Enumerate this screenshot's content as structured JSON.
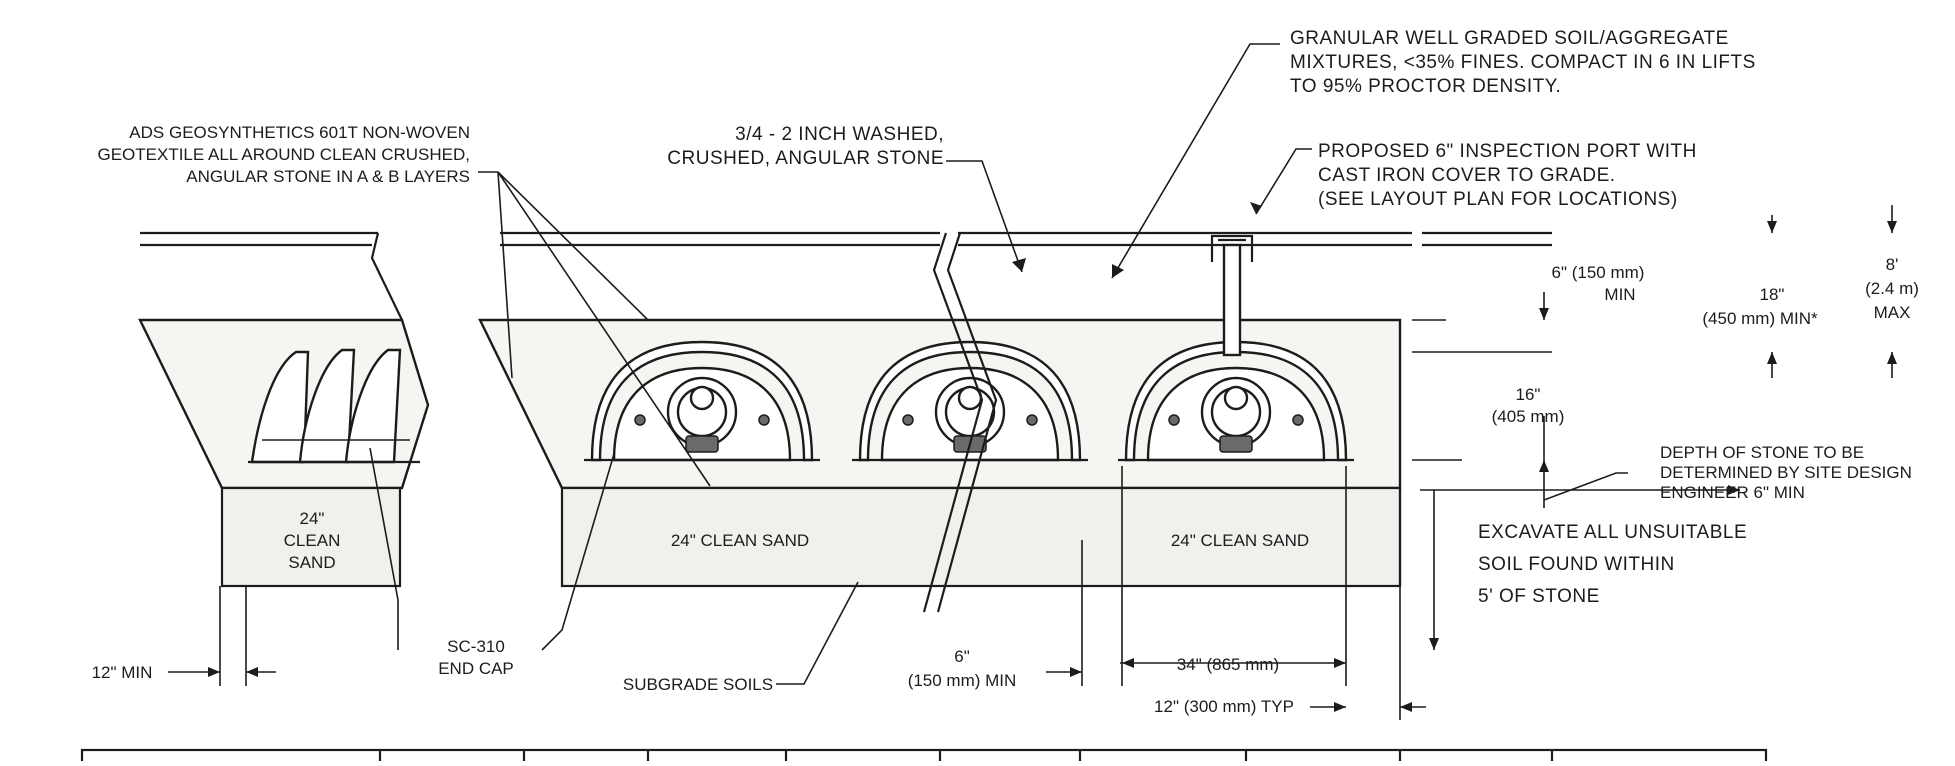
{
  "labels": {
    "geotextile": [
      "ADS GEOSYNTHETICS 601T NON-WOVEN",
      "GEOTEXTILE ALL AROUND CLEAN CRUSHED,",
      "ANGULAR STONE IN A & B LAYERS"
    ],
    "stone": [
      "3/4 - 2 INCH WASHED,",
      "CRUSHED, ANGULAR STONE"
    ],
    "granular": [
      "GRANULAR WELL GRADED SOIL/AGGREGATE",
      "MIXTURES, <35% FINES.  COMPACT IN 6 IN LIFTS",
      "TO 95% PROCTOR DENSITY."
    ],
    "inspection_port": [
      "PROPOSED 6\" INSPECTION PORT WITH",
      "CAST IRON COVER TO GRADE.",
      "(SEE LAYOUT PLAN FOR LOCATIONS)"
    ],
    "depth_of_stone": [
      "DEPTH OF STONE TO BE",
      "DETERMINED BY SITE DESIGN",
      "ENGINEER 6\" MIN"
    ],
    "excavate": [
      "EXCAVATE ALL UNSUITABLE",
      "SOIL FOUND WITHIN",
      "5' OF STONE"
    ],
    "end_cap": [
      "SC-310",
      "END CAP"
    ],
    "subgrade": "SUBGRADE SOILS",
    "sand_left": [
      "24\"",
      "CLEAN",
      "SAND"
    ],
    "sand_mid": "24\" CLEAN SAND",
    "sand_right": "24\" CLEAN SAND"
  },
  "dimensions": {
    "cover_min": [
      "6\" (150 mm)",
      "MIN"
    ],
    "cover_18": [
      "18\"",
      "(450 mm) MIN*"
    ],
    "cover_max": [
      "8'",
      "(2.4 m)",
      "MAX"
    ],
    "chamber_height": [
      "16\"",
      "(405 mm)"
    ],
    "edge_min": "12\" MIN",
    "spacing_min": [
      "6\"",
      "(150 mm) MIN"
    ],
    "chamber_width": "34\" (865 mm)",
    "side_typ": "12\" (300 mm) TYP"
  }
}
